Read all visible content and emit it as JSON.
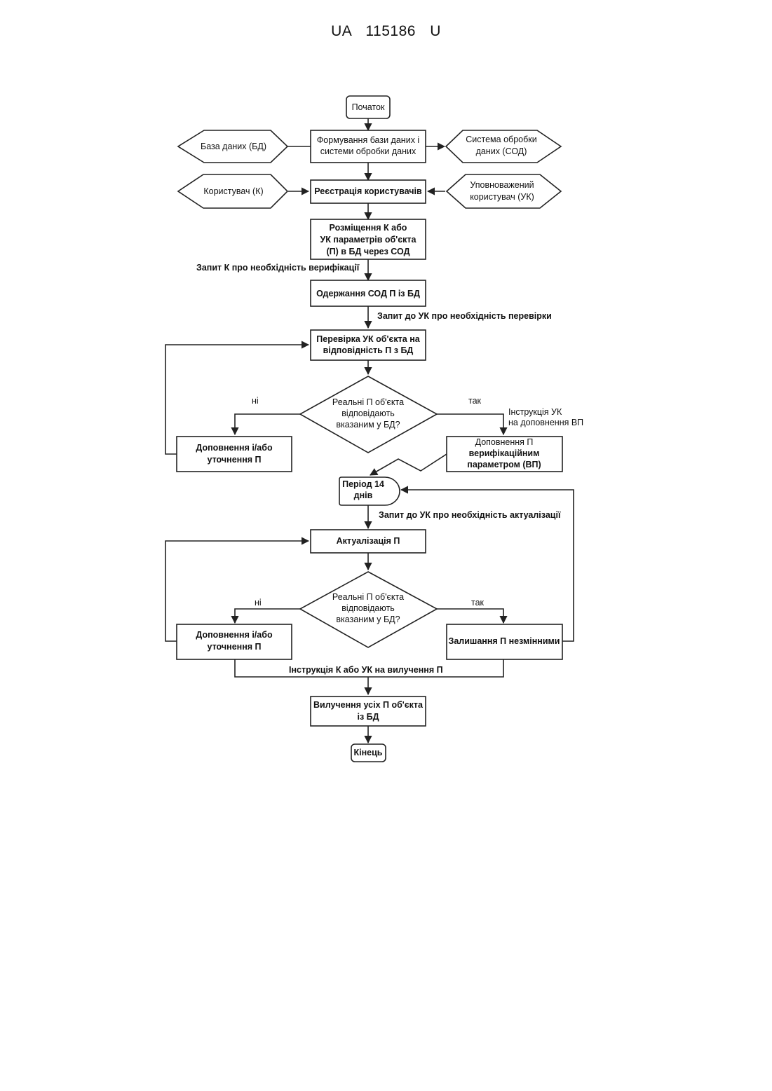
{
  "header": {
    "doc_number": "UA 115186 U"
  },
  "flowchart": {
    "start": "Початок",
    "form_db": [
      "Формування бази даних і",
      "системи обробки даних"
    ],
    "database": "База даних (БД)",
    "processing_system": [
      "Система обробки",
      "даних (СОД)"
    ],
    "user": "Користувач (К)",
    "registration": "Реєстрація користувачів",
    "authorized_user": [
      "Уповноважений",
      "користувач (УК)"
    ],
    "placement": [
      "Розміщення К або",
      "УК параметрів об'єкта",
      "(П) в БД через СОД"
    ],
    "label_verification_request": "Запит К про необхідність верифікації",
    "receive": "Одержання СОД П із БД",
    "label_check_request": "Запит до УК про необхідність перевірки",
    "check": [
      "Перевірка УК об'єкта на",
      "відповідність П з БД"
    ],
    "decision1": [
      "Реальні П об'єкта",
      "відповідають",
      "вказаним у БД?"
    ],
    "no1": "ні",
    "yes1": "так",
    "label_instruction_uk": [
      "Інструкція УК",
      "на доповнення ВП"
    ],
    "supplement1": [
      "Доповнення і/або",
      "уточнення П"
    ],
    "supplement_vp": [
      "Доповнення П",
      "верифікаційним",
      "параметром (ВП)"
    ],
    "period": [
      "Період 14",
      "днів"
    ],
    "label_update_request": "Запит до УК про необхідність актуалізації",
    "update": "Актуалізація П",
    "decision2": [
      "Реальні П об'єкта",
      "відповідають",
      "вказаним у БД?"
    ],
    "no2": "ні",
    "yes2": "так",
    "supplement2": [
      "Доповнення і/або",
      "уточнення П"
    ],
    "keep": "Залишання П незмінними",
    "label_removal_instruction": "Інструкція К або УК на вилучення П",
    "remove": [
      "Вилучення усіх П об'єкта",
      "із БД"
    ],
    "end": "Кінець"
  }
}
